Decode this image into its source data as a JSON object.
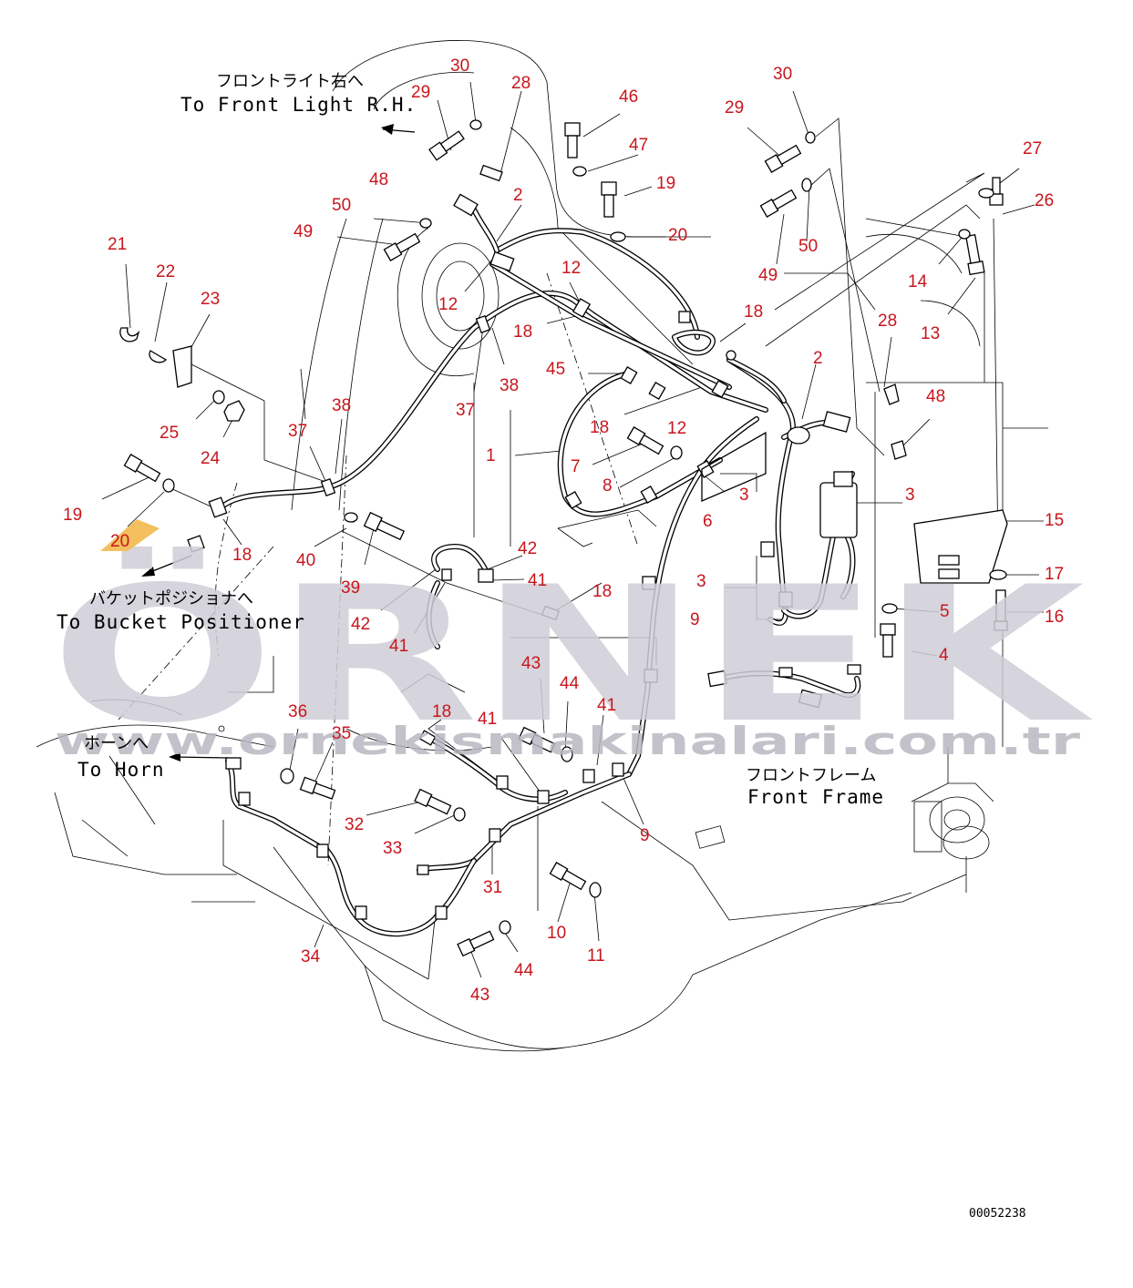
{
  "annotations": {
    "front_light_jp": "フロントライト右へ",
    "front_light_en": "To Front Light R.H.",
    "bucket_jp": "バケットポジショナへ",
    "bucket_en": "To Bucket Positioner",
    "horn_jp": "ホーンへ",
    "horn_en": "To Horn",
    "front_frame_jp": "フロントフレーム",
    "front_frame_en": "Front Frame"
  },
  "document_number": "00052238",
  "watermark": {
    "brand": "ÖRNEK",
    "url": "www.ornekismakinalari.com.tr"
  },
  "colors": {
    "callout": "#c8161d",
    "watermark": "#cfcdd6",
    "watermark_accent": "#f2b544",
    "line": "#000000",
    "background": "#ffffff"
  },
  "callouts": [
    "30",
    "28",
    "29",
    "46",
    "47",
    "19",
    "30",
    "29",
    "27",
    "26",
    "48",
    "50",
    "49",
    "20",
    "2",
    "14",
    "13",
    "50",
    "49",
    "21",
    "22",
    "23",
    "12",
    "12",
    "18",
    "28",
    "18",
    "45",
    "2",
    "48",
    "25",
    "24",
    "38",
    "37",
    "37",
    "38",
    "1",
    "18",
    "12",
    "7",
    "8",
    "3",
    "3",
    "15",
    "19",
    "20",
    "18",
    "6",
    "40",
    "39",
    "42",
    "41",
    "18",
    "17",
    "5",
    "16",
    "9",
    "42",
    "41",
    "4",
    "3",
    "43",
    "44",
    "41",
    "18",
    "41",
    "36",
    "35",
    "32",
    "33",
    "31",
    "9",
    "34",
    "10",
    "11",
    "44",
    "43"
  ]
}
